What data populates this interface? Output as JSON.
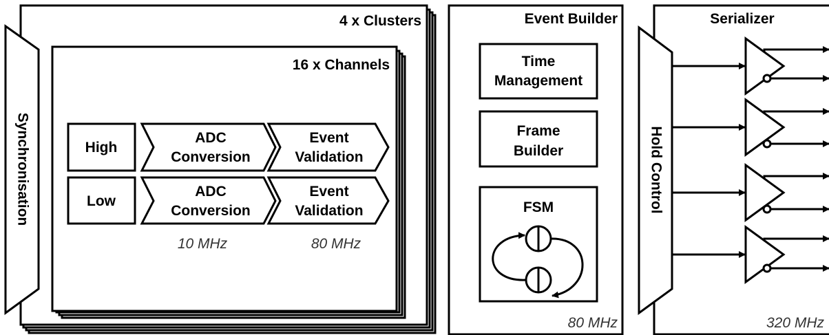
{
  "clusters": {
    "title": "4 x Clusters"
  },
  "channels": {
    "title": "16 x Channels"
  },
  "synchronisation": {
    "label": "Synchronisation"
  },
  "gains": {
    "high": "High",
    "low": "Low"
  },
  "stages": {
    "adc": {
      "line1": "ADC",
      "line2": "Conversion"
    },
    "event": {
      "line1": "Event",
      "line2": "Validation"
    }
  },
  "freq": {
    "adc": "10 MHz",
    "event": "80 MHz"
  },
  "event_builder": {
    "title": "Event Builder",
    "time_mgmt": {
      "line1": "Time",
      "line2": "Management"
    },
    "frame_builder": {
      "line1": "Frame",
      "line2": "Builder"
    },
    "fsm": "FSM",
    "freq": "80 MHz"
  },
  "serializer": {
    "title": "Serializer",
    "hold_control": "Hold Control",
    "freq": "320 MHz"
  }
}
